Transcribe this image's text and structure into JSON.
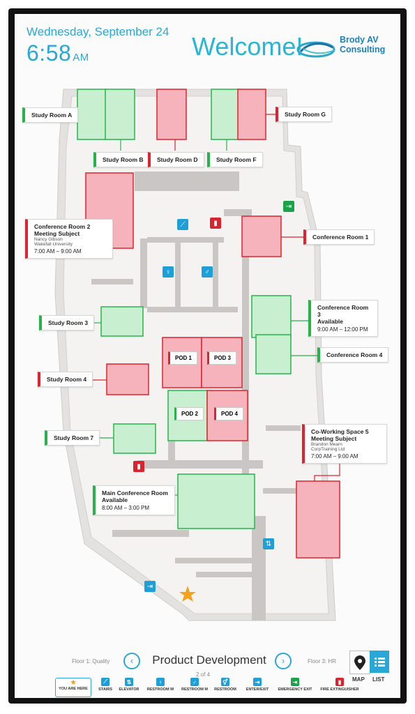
{
  "header": {
    "date": "Wednesday, September 24",
    "time": "6:58",
    "ampm": "AM",
    "welcome": "Welcome!",
    "logo_line1": "Brody AV",
    "logo_line2": "Consulting"
  },
  "rooms": {
    "study_a": "Study Room A",
    "study_b": "Study Room B",
    "study_d": "Study Room D",
    "study_f": "Study Room F",
    "study_g": "Study Room G",
    "conf2_title": "Conference Room 2",
    "conf2_subject": "Meeting Subject",
    "conf2_person": "Nancy Gibson",
    "conf2_org": "Wakefall University",
    "conf2_time": "7:00 AM – 9:00 AM",
    "conf1": "Conference Room 1",
    "conf3_title": "Conference Room 3",
    "conf3_status": "Available",
    "conf3_time": "9:00 AM – 12:00 PM",
    "conf4": "Conference Room 4",
    "study3": "Study Room 3",
    "study4": "Study Room 4",
    "study7": "Study Room 7",
    "pod1": "POD 1",
    "pod2": "POD 2",
    "pod3": "POD 3",
    "pod4": "POD 4",
    "cw5_title": "Co-Working Space 5",
    "cw5_subject": "Meeting Subject",
    "cw5_person": "Brandon Mearn",
    "cw5_org": "CorpTraining Ltd",
    "cw5_time": "7:00 AM – 9:00 AM",
    "main_title": "Main Conference Room",
    "main_status": "Available",
    "main_time": "8:00 AM – 3:00 PM"
  },
  "nav": {
    "prev_floor": "Floor 1:  Quality",
    "current_floor": "Product Development",
    "next_floor": "Floor 3:  HR",
    "page": "2 of 4",
    "map_label": "MAP",
    "list_label": "LIST"
  },
  "legend": {
    "you_are_here": "YOU ARE HERE",
    "stairs": "STAIRS",
    "elevator": "ELEVATOR",
    "restroom_w": "RESTROOM W",
    "restroom_m": "RESTROOM M",
    "restroom": "RESTROOM",
    "enter_exit": "ENTER/EXIT",
    "emergency_exit": "EMERGENCY EXIT",
    "fire_extinguisher": "FIRE EXTINGUISHER"
  },
  "colors": {
    "accent": "#29a8d8",
    "available": "#28b34a",
    "occupied": "#e0232e",
    "available_fill": "#c8efcf",
    "occupied_fill": "#f6b3bb",
    "exit_green": "#1ca34a",
    "fire_red": "#d9232e"
  },
  "icons": [
    "star-icon",
    "stairs-icon",
    "elevator-icon",
    "restroom-women-icon",
    "restroom-men-icon",
    "restroom-icon",
    "enter-exit-icon",
    "emergency-exit-icon",
    "fire-extinguisher-icon",
    "map-pin-icon",
    "list-icon",
    "chevron-left-icon",
    "chevron-right-icon"
  ]
}
